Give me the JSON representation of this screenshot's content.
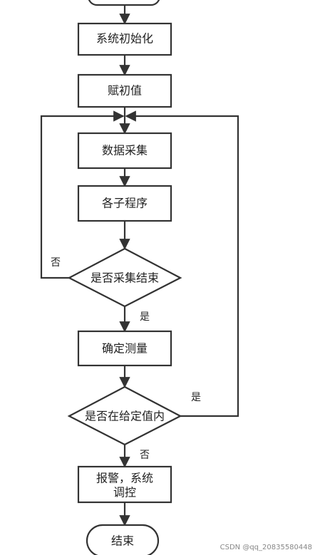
{
  "diagram": {
    "nodes": {
      "init": "系统初始化",
      "assign": "赋初值",
      "collect": "数据采集",
      "sub": "各子程序",
      "decision1": "是否采集结束",
      "measure": "确定测量",
      "decision2": "是否在给定值内",
      "alarm_line1": "报警，系统",
      "alarm_line2": "调控",
      "end": "结束"
    },
    "edge_labels": {
      "d1_no": "否",
      "d1_yes": "是",
      "d2_yes": "是",
      "d2_no": "否"
    }
  },
  "watermark": "CSDN @qq_20835580448"
}
